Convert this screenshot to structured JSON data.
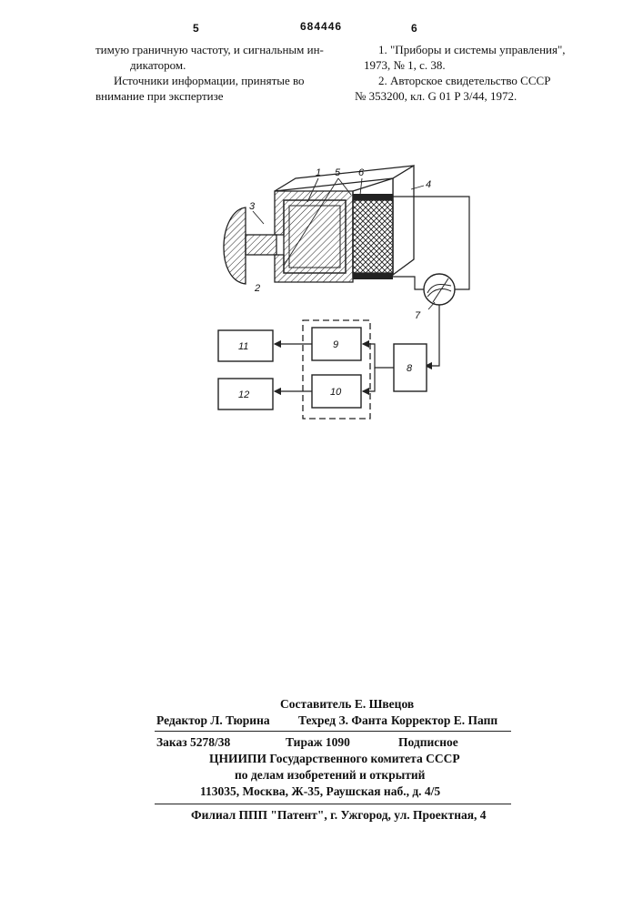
{
  "header": {
    "page_left": "5",
    "patent_number": "684446",
    "page_right": "6"
  },
  "left_column": {
    "lines": [
      "тимую граничную частоту, и сигнальным ин-",
      "дикатором.",
      "Источники информации, принятые во",
      "внимание при экспертизе"
    ]
  },
  "right_column": {
    "lines": [
      "1. \"Приборы и системы управления\",",
      "1973, № 1, с. 38.",
      "2. Авторское свидетельство СССР",
      "№ 353200, кл. G 01 P 3/44, 1972."
    ]
  },
  "figure": {
    "labels": {
      "l1": "1",
      "l2": "2",
      "l3": "3",
      "l4": "4",
      "l5": "5",
      "l6": "6",
      "l7": "7",
      "l8": "8",
      "l9": "9",
      "l10": "10",
      "l11": "11",
      "l12": "12"
    }
  },
  "imprint": {
    "compiler": "Составитель Е. Швецов",
    "editor": "Редактор Л. Тюрина",
    "techred": "Техред З. Фанта",
    "corrector": "Корректор Е. Папп",
    "order": "Заказ 5278/38",
    "circulation": "Тираж 1090",
    "subscription": "Подписное",
    "institute": "ЦНИИПИ Государственного комитета СССР",
    "department": "по делам изобретений и открытий",
    "address": "113035, Москва, Ж-35, Раушская наб., д. 4/5",
    "branch": "Филиал ППП \"Патент\", г. Ужгород, ул. Проектная, 4"
  }
}
